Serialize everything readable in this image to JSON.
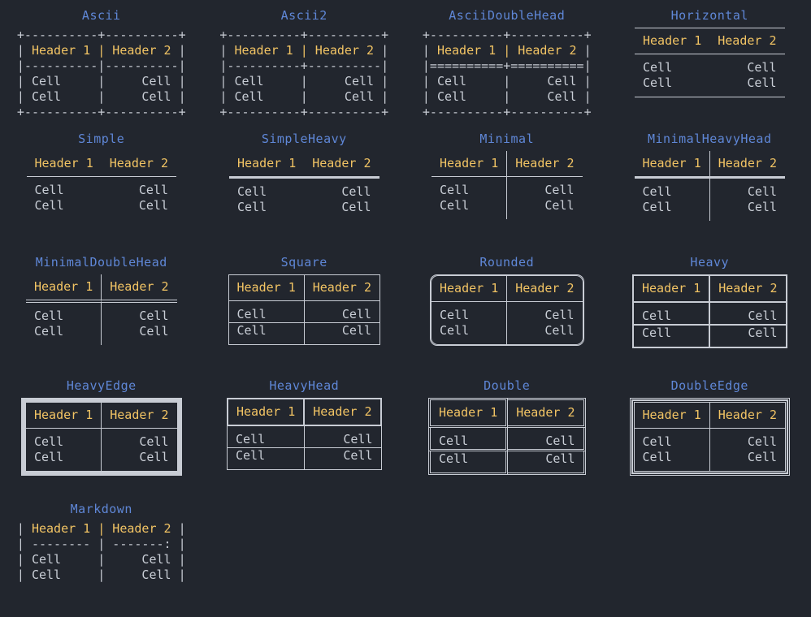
{
  "theme": {
    "background": "#22262e",
    "title_color": "#5f87d7",
    "header_color": "#f2c464",
    "cell_color": "#c9ced6",
    "line_color": "#c8ccd4"
  },
  "labels": {
    "header1": "Header 1",
    "header2": "Header 2",
    "cell": "Cell"
  },
  "boxes": [
    {
      "title": "Ascii",
      "kind": "ascii",
      "art": [
        "+----------+----------+",
        "| @Header 1 | Header 2@ |",
        "|----------|----------|",
        "| #Cell#     |     #Cell# |",
        "| #Cell#     |     #Cell# |",
        "+----------+----------+"
      ]
    },
    {
      "title": "Ascii2",
      "kind": "ascii",
      "art": [
        "+----------+----------+",
        "| @Header 1 | Header 2@ |",
        "|----------+----------|",
        "| #Cell#     |     #Cell# |",
        "| #Cell#     |     #Cell# |",
        "+----------+----------+"
      ]
    },
    {
      "title": "AsciiDoubleHead",
      "kind": "ascii",
      "art": [
        "+----------+----------+",
        "| @Header 1 | Header 2@ |",
        "|==========+==========|",
        "| #Cell#     |     #Cell# |",
        "| #Cell#     |     #Cell# |",
        "+----------+----------+"
      ]
    },
    {
      "title": "Horizontal",
      "kind": "table",
      "style": "horizontal"
    },
    {
      "title": "Simple",
      "kind": "table",
      "style": "simple"
    },
    {
      "title": "SimpleHeavy",
      "kind": "table",
      "style": "simpleheavy"
    },
    {
      "title": "Minimal",
      "kind": "table",
      "style": "minimal"
    },
    {
      "title": "MinimalHeavyHead",
      "kind": "table",
      "style": "minimalheavyhead"
    },
    {
      "title": "MinimalDoubleHead",
      "kind": "table",
      "style": "minimaldoublehead"
    },
    {
      "title": "Square",
      "kind": "table",
      "style": "square"
    },
    {
      "title": "Rounded",
      "kind": "table",
      "style": "rounded"
    },
    {
      "title": "Heavy",
      "kind": "table",
      "style": "heavy"
    },
    {
      "title": "HeavyEdge",
      "kind": "table",
      "style": "heavyedge"
    },
    {
      "title": "HeavyHead",
      "kind": "table",
      "style": "heavyhead"
    },
    {
      "title": "Double",
      "kind": "table",
      "style": "double"
    },
    {
      "title": "DoubleEdge",
      "kind": "table",
      "style": "doubleedge"
    },
    {
      "title": "Markdown",
      "kind": "ascii",
      "art": [
        "| @Header 1 | Header 2@ |",
        "| -------- | -------: |",
        "| #Cell#     |     #Cell# |",
        "| #Cell#     |     #Cell# |"
      ]
    }
  ]
}
